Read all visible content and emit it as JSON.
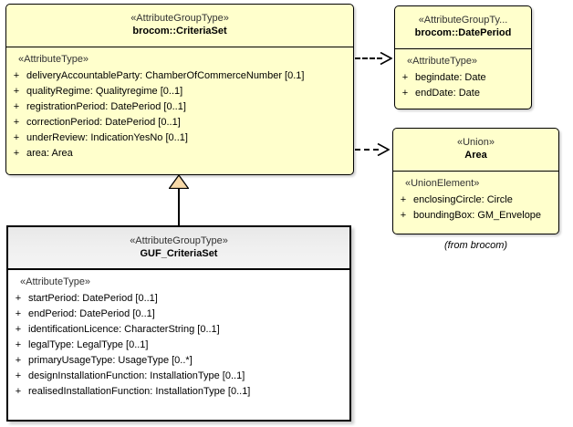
{
  "diagram": {
    "kind": "uml-class-diagram",
    "background_color": "#ffffff",
    "class_fill_color": "#ffffcc",
    "selected_class_header_color": "#ececec",
    "selected_class_body_color": "#ffffff",
    "line_color": "#000000",
    "generalization_arrow_fill": "#f7d9a8"
  },
  "classes": {
    "criteria_set": {
      "stereotype": "«AttributeGroupType»",
      "name": "brocom::CriteriaSet",
      "group_stereotype": "«AttributeType»",
      "attributes": [
        {
          "visibility": "+",
          "text": "deliveryAccountableParty: ChamberOfCommerceNumber [0.1]"
        },
        {
          "visibility": "+",
          "text": "qualityRegime: Qualityregime [0..1]"
        },
        {
          "visibility": "+",
          "text": "registrationPeriod: DatePeriod [0..1]"
        },
        {
          "visibility": "+",
          "text": "correctionPeriod: DatePeriod [0..1]"
        },
        {
          "visibility": "+",
          "text": "underReview: IndicationYesNo [0..1]"
        },
        {
          "visibility": "+",
          "text": "area: Area"
        }
      ]
    },
    "date_period": {
      "stereotype": "«AttributeGroupTy...",
      "name": "brocom::DatePeriod",
      "group_stereotype": "«AttributeType»",
      "attributes": [
        {
          "visibility": "+",
          "text": "begindate: Date"
        },
        {
          "visibility": "+",
          "text": "endDate: Date"
        }
      ]
    },
    "area": {
      "stereotype": "«Union»",
      "name": "Area",
      "group_stereotype": "«UnionElement»",
      "attributes": [
        {
          "visibility": "+",
          "text": "enclosingCircle: Circle"
        },
        {
          "visibility": "+",
          "text": "boundingBox: GM_Envelope"
        }
      ],
      "from_package": "(from brocom)"
    },
    "guf_criteria_set": {
      "stereotype": "«AttributeGroupType»",
      "name": "GUF_CriteriaSet",
      "group_stereotype": "«AttributeType»",
      "attributes": [
        {
          "visibility": "+",
          "text": "startPeriod: DatePeriod [0..1]"
        },
        {
          "visibility": "+",
          "text": "endPeriod: DatePeriod [0..1]"
        },
        {
          "visibility": "+",
          "text": "identificationLicence: CharacterString [0..1]"
        },
        {
          "visibility": "+",
          "text": "legalType: LegalType [0..1]"
        },
        {
          "visibility": "+",
          "text": "primaryUsageType: UsageType [0..*]"
        },
        {
          "visibility": "+",
          "text": "designInstallationFunction: InstallationType [0..1]"
        },
        {
          "visibility": "+",
          "text": "realisedInstallationFunction: InstallationType [0..1]"
        }
      ]
    }
  },
  "connectors": [
    {
      "type": "generalization",
      "from": "GUF_CriteriaSet",
      "to": "brocom::CriteriaSet",
      "style": "solid-hollow-triangle"
    },
    {
      "type": "dependency",
      "from": "brocom::CriteriaSet",
      "to": "brocom::DatePeriod",
      "style": "dashed-open-arrow"
    },
    {
      "type": "dependency",
      "from": "brocom::CriteriaSet",
      "to": "Area",
      "style": "dashed-open-arrow"
    }
  ]
}
